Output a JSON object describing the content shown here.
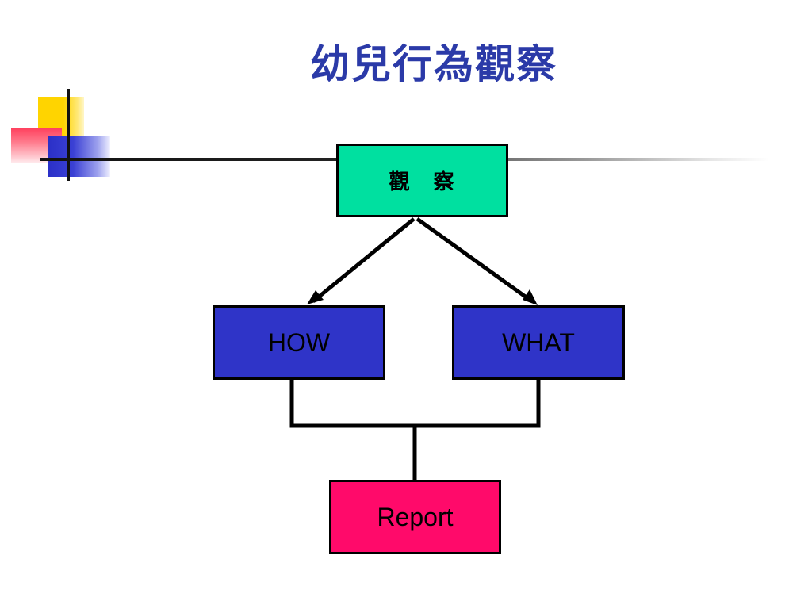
{
  "slide": {
    "title": "幼兒行為觀察"
  },
  "diagram": {
    "observe_label": "觀　察",
    "how_label": "HOW",
    "what_label": "WHAT",
    "report_label": "Report"
  },
  "colors": {
    "title": "#2b3aa8",
    "observe_fill": "#00e0a0",
    "how_what_fill": "#2f34c8",
    "report_fill": "#ff0a6a",
    "line": "#000000"
  }
}
